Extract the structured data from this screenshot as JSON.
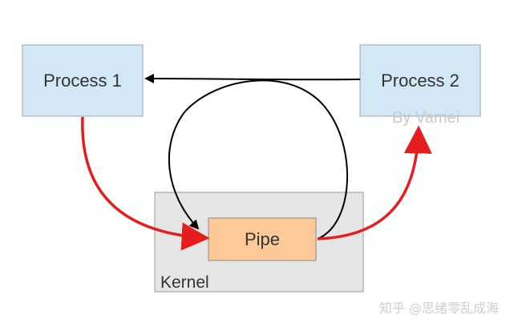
{
  "diagram": {
    "nodes": {
      "process1": {
        "label": "Process 1"
      },
      "process2": {
        "label": "Process 2"
      },
      "kernel": {
        "label": "Kernel"
      },
      "pipe": {
        "label": "Pipe"
      }
    },
    "credit": "By Vamei",
    "watermark": "知乎 @思绪零乱成海",
    "edges": [
      {
        "from": "process1",
        "to": "pipe",
        "style": "red"
      },
      {
        "from": "pipe",
        "to": "process2",
        "style": "red"
      },
      {
        "from": "process2",
        "to": "process1",
        "style": "black"
      },
      {
        "from": "pipe",
        "to": "pipe",
        "style": "black",
        "note": "loop"
      }
    ],
    "colors": {
      "process_fill": "#d3e7f5",
      "process_stroke": "#9aa7b0",
      "kernel_fill": "#e5e5e5",
      "kernel_stroke": "#999999",
      "pipe_fill": "#fdc998",
      "pipe_stroke": "#888888",
      "red_arrow": "#e61d1d",
      "black_arrow": "#000000",
      "text": "#333333",
      "credit_text": "#c8c8c8",
      "watermark_text": "#cfcfcf"
    }
  }
}
